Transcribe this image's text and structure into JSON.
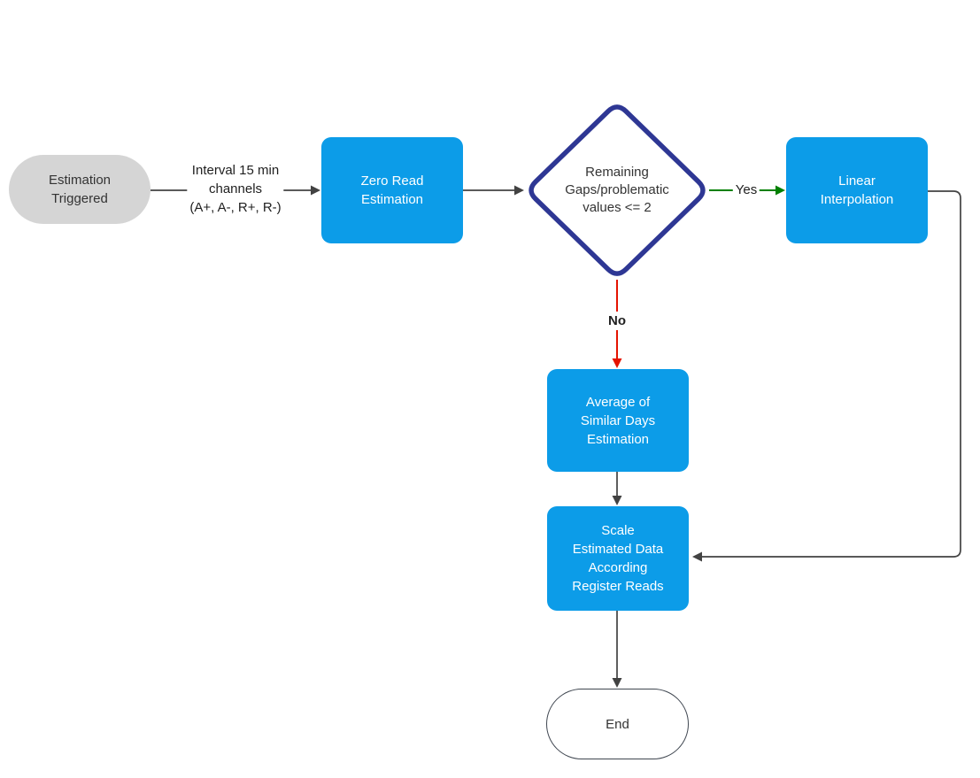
{
  "diagram": {
    "type": "flowchart",
    "background": "#FFFFFF",
    "colors": {
      "process_fill": "#0C9CE8",
      "process_text": "#FFFFFF",
      "start_fill": "#D5D5D5",
      "decision_border": "#2E3794",
      "decision_fill": "#FFFFFF",
      "dark_text": "#333333",
      "edge_dark": "#424242",
      "edge_yes_green": "#008000",
      "edge_no_red": "#E51400"
    },
    "nodes": {
      "start": {
        "shape": "terminator",
        "label": "Estimation\nTriggered"
      },
      "zero_read": {
        "shape": "process",
        "label": "Zero Read\nEstimation"
      },
      "decision": {
        "shape": "decision",
        "label": "Remaining\nGaps/problematic\nvalues <= 2"
      },
      "linear": {
        "shape": "process",
        "label": "Linear\nInterpolation"
      },
      "average": {
        "shape": "process",
        "label": "Average of\nSimilar Days\nEstimation"
      },
      "scale": {
        "shape": "process",
        "label": "Scale\nEstimated Data\nAccording\nRegister Reads"
      },
      "end": {
        "shape": "terminator",
        "label": "End"
      }
    },
    "edges": {
      "start_to_zero_read": {
        "label": "Interval 15 min\nchannels\n(A+, A-, R+, R-)",
        "color": "#424242"
      },
      "zero_read_to_decision": {
        "label": "",
        "color": "#424242"
      },
      "decision_yes_to_linear": {
        "label": "Yes",
        "color": "#008000"
      },
      "decision_no_to_average": {
        "label": "No",
        "color": "#E51400"
      },
      "linear_to_scale": {
        "label": "",
        "color": "#424242"
      },
      "average_to_scale": {
        "label": "",
        "color": "#424242"
      },
      "scale_to_end": {
        "label": "",
        "color": "#424242"
      }
    }
  }
}
